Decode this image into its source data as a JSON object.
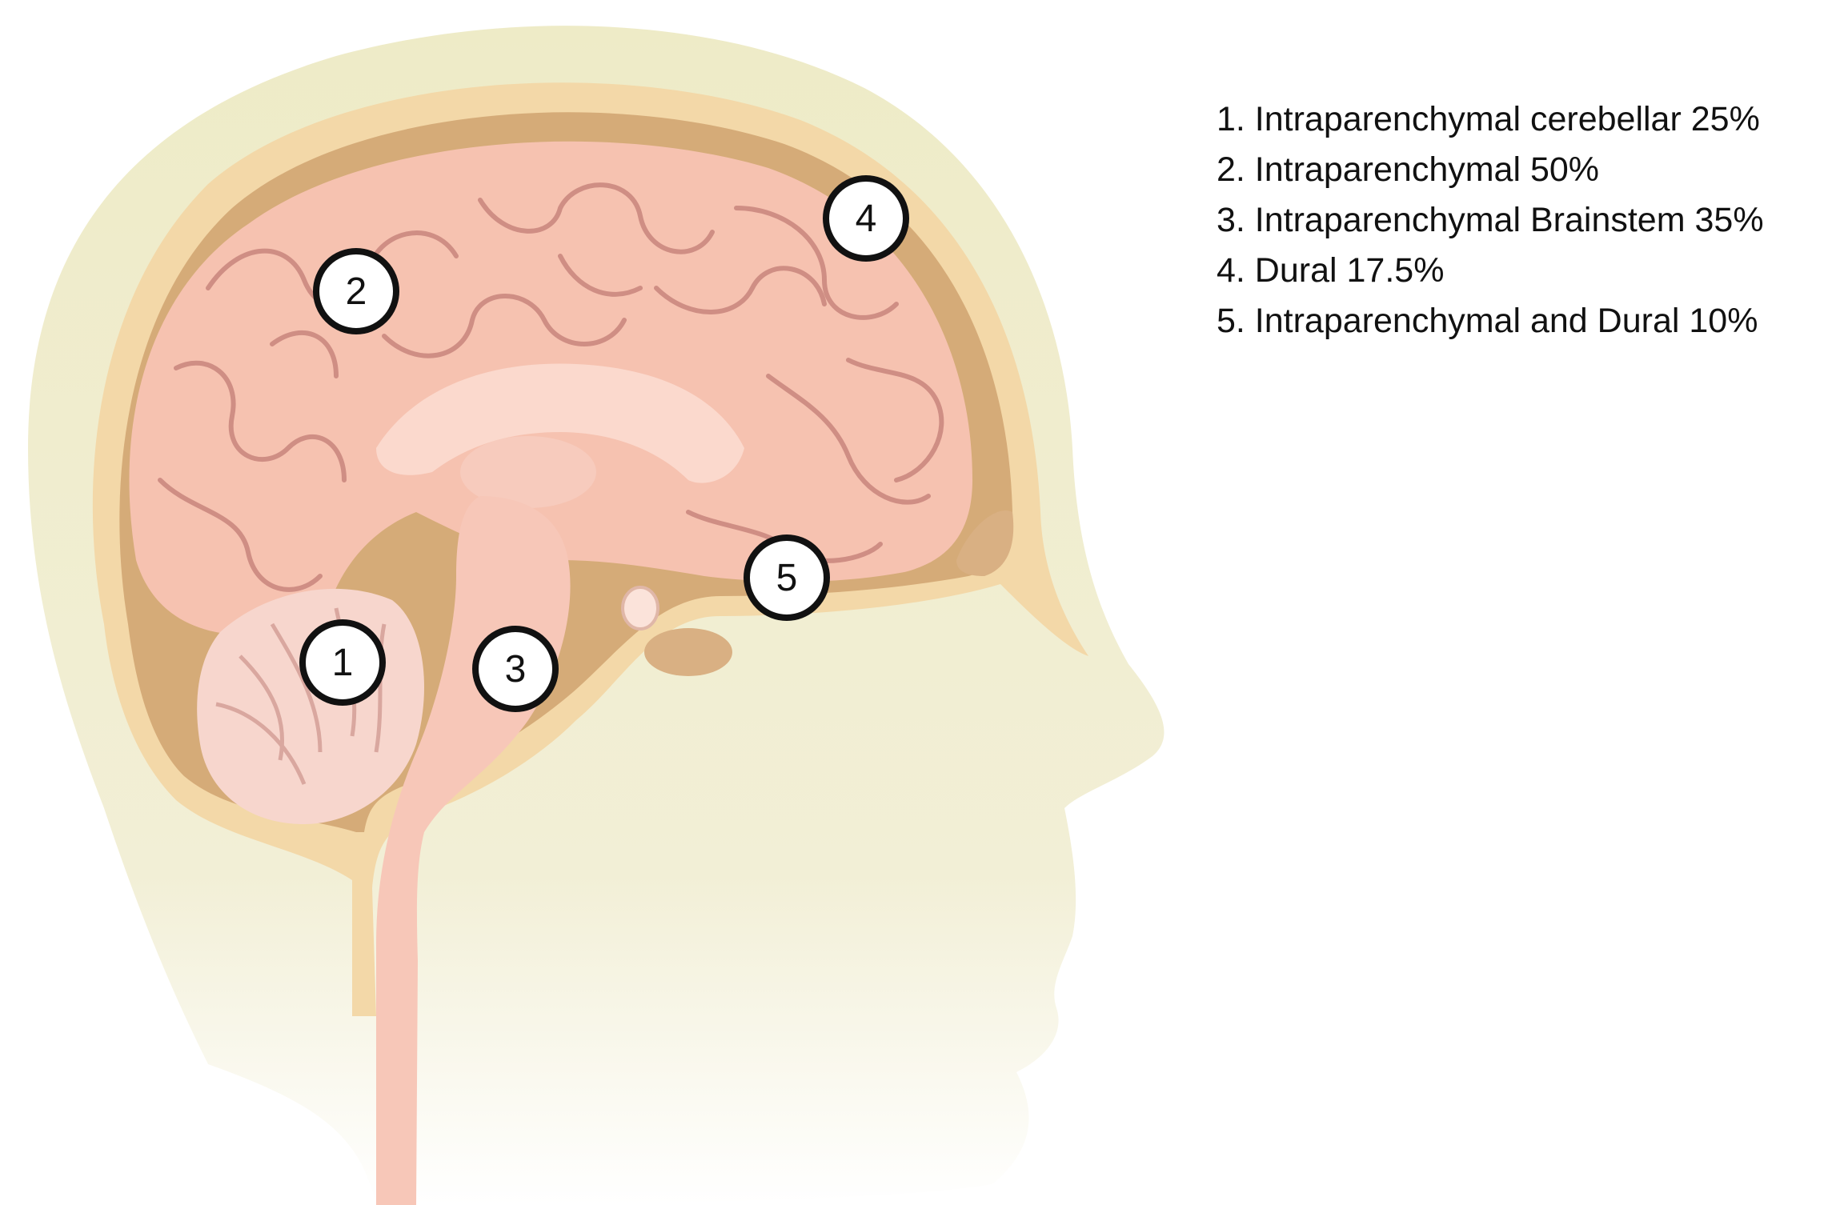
{
  "markers": [
    {
      "label": "1"
    },
    {
      "label": "2"
    },
    {
      "label": "3"
    },
    {
      "label": "4"
    },
    {
      "label": "5"
    }
  ],
  "legend": [
    "1. Intraparenchymal cerebellar 25%",
    "2. Intraparenchymal 50%",
    "3. Intraparenchymal Brainstem 35%",
    "4. Dural 17.5%",
    "5. Intraparenchymal and Dural 10%"
  ],
  "colors": {
    "skin": "#eeebc7",
    "skull": "#f3d8a8",
    "dura": "#d5ab78",
    "brain": "#f6c2b0",
    "brain_fold": "#cf8e84",
    "inner_brain": "#fbd9cd",
    "cerebellum": "#f7d6cd",
    "marker_border": "#111111"
  }
}
